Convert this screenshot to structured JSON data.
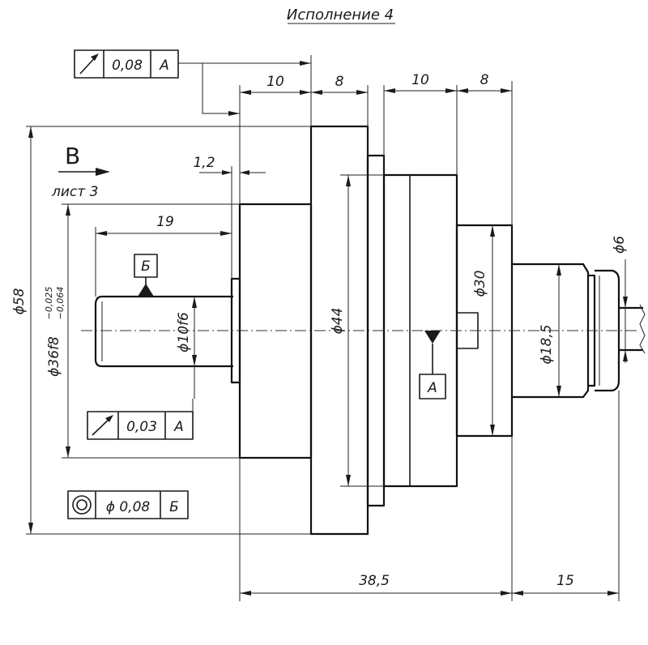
{
  "title": "Исполнение 4",
  "view": {
    "letter": "B",
    "sheet": "лист 3"
  },
  "frames": {
    "runout_top": {
      "symbol": "runout-arrow-icon",
      "value": "0,08",
      "datum": "A"
    },
    "runout_left": {
      "symbol": "runout-arrow-icon",
      "value": "0,03",
      "datum": "A"
    },
    "concentricity": {
      "symbol": "concentricity-icon",
      "value": "ϕ 0,08",
      "datum": "Б"
    }
  },
  "datums": {
    "b": "Б",
    "a": "A"
  },
  "dims": {
    "d10_1": "10",
    "d8_1": "8",
    "d10_2": "10",
    "d8_2": "8",
    "d1_2": "1,2",
    "d19": "19",
    "phi58": "ϕ58",
    "phi36_main": "ϕ36f8",
    "phi36_tol_upper": "−0,025",
    "phi36_tol_lower": "−0,064",
    "phi10": "ϕ10f6",
    "phi44": "ϕ44",
    "phi30": "ϕ30",
    "phi18": "ϕ18,5",
    "phi6": "ϕ6",
    "d38": "38,5",
    "d15": "15"
  }
}
